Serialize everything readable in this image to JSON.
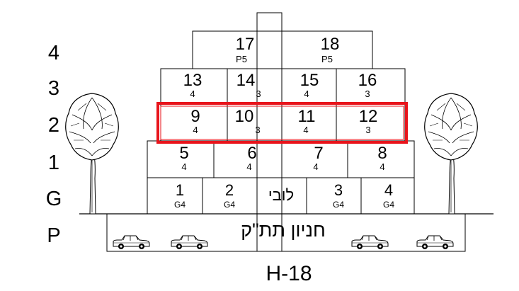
{
  "floors": [
    "4",
    "3",
    "2",
    "1",
    "G",
    "P"
  ],
  "apartments": [
    {
      "num": "17",
      "sub": "P5"
    },
    {
      "num": "18",
      "sub": "P5"
    },
    {
      "num": "13",
      "sub": "4"
    },
    {
      "num": "14",
      "sub": "3"
    },
    {
      "num": "15",
      "sub": "4"
    },
    {
      "num": "16",
      "sub": "3"
    },
    {
      "num": "9",
      "sub": "4"
    },
    {
      "num": "10",
      "sub": "3"
    },
    {
      "num": "11",
      "sub": "4"
    },
    {
      "num": "12",
      "sub": "3"
    },
    {
      "num": "5",
      "sub": "4"
    },
    {
      "num": "6",
      "sub": "4"
    },
    {
      "num": "7",
      "sub": "4"
    },
    {
      "num": "8",
      "sub": "4"
    },
    {
      "num": "1",
      "sub": "G4"
    },
    {
      "num": "2",
      "sub": "G4"
    },
    {
      "num": "3",
      "sub": "G4"
    },
    {
      "num": "4",
      "sub": "G4"
    }
  ],
  "lobby_label": "לובי",
  "parking_label": "חניון תת\"ק",
  "building_code": "H-18",
  "highlight": {
    "floor": "2",
    "color": "#e8141b"
  }
}
